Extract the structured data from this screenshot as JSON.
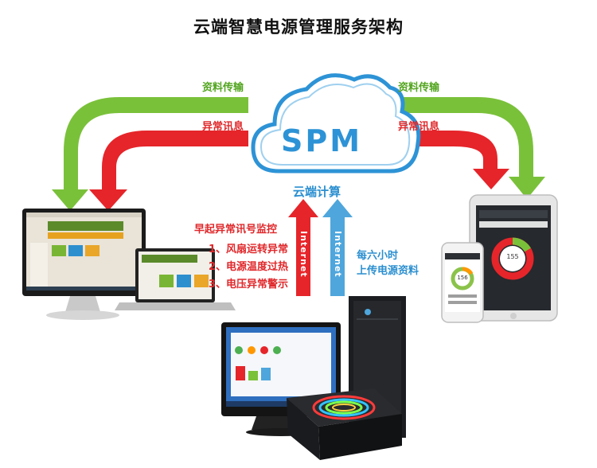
{
  "title": "云端智慧电源管理服务架构",
  "cloud": {
    "logo": "SPM",
    "caption": "云端计算"
  },
  "left_arrows": {
    "green_label": "资料传输",
    "red_label": "异常讯息"
  },
  "right_arrows": {
    "green_label": "资料传输",
    "red_label": "异常讯息"
  },
  "upload_arrows": {
    "red_text": "Internet",
    "blue_text": "Internet"
  },
  "monitoring": {
    "heading": "早起异常讯号监控",
    "items": [
      "1、风扇运转异常",
      "2、电源温度过热",
      "3、电压异常警示"
    ]
  },
  "upload_note": {
    "line1": "每六小时",
    "line2": "上传电源资料"
  },
  "tablet_gauge": {
    "value": "155"
  },
  "phone_gauge": {
    "value": "156"
  },
  "colors": {
    "green": "#7ac13a",
    "red": "#e5252a",
    "blue": "#4ea6dc",
    "cloud": "#2d93d6"
  }
}
